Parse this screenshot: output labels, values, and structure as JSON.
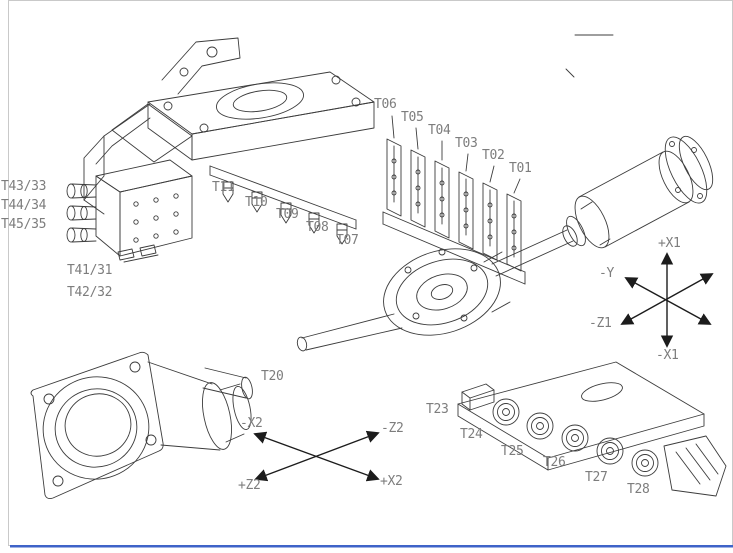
{
  "colors": {
    "line": "#3c3c3c",
    "label": "#7d7d7d",
    "frame": "#c9c9c9",
    "accent_bar": "#3f63c8"
  },
  "labels": {
    "gang": [
      "T06",
      "T05",
      "T04",
      "T03",
      "T02",
      "T01"
    ],
    "cross": [
      "T11",
      "T10",
      "T09",
      "T08",
      "T07"
    ],
    "left_front": [
      "T43/33",
      "T44/34",
      "T45/35"
    ],
    "left_rear": [
      "T41/31",
      "T42/32"
    ],
    "axis1": [
      "+X1",
      "-Y",
      "-Z1",
      "-X1"
    ],
    "axis2": [
      "-X2",
      "-Z2",
      "+Z2",
      "+X2"
    ],
    "sub_spindle": "T20",
    "rear_tools": [
      "T23",
      "T24",
      "T25",
      "T26",
      "T27",
      "T28"
    ]
  }
}
